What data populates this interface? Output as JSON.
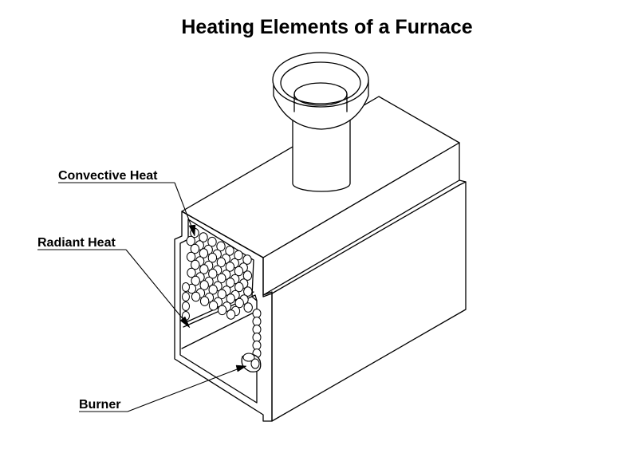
{
  "title": "Heating Elements of a Furnace",
  "labels": {
    "convective": "Convective Heat",
    "radiant": "Radiant Heat",
    "burner": "Burner"
  }
}
